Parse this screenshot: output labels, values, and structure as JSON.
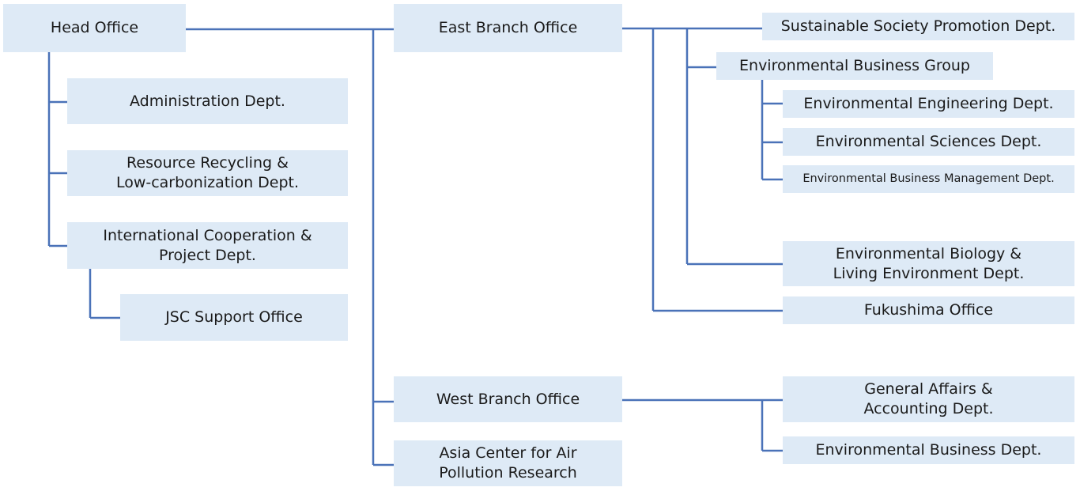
{
  "org": {
    "head_office": "Head Office",
    "admin": "Administration Dept.",
    "resource": "Resource Recycling &\nLow-carbonization Dept.",
    "intl": "International Cooperation &\nProject Dept.",
    "jsc": "JSC Support Office",
    "east": "East Branch Office",
    "west": "West Branch Office",
    "asia": "Asia Center for Air\nPollution Research",
    "sustainable": "Sustainable Society Promotion Dept.",
    "env_group": "Environmental Business Group",
    "env_eng": "Environmental Engineering Dept.",
    "env_sci": "Environmental Sciences Dept.",
    "env_mgmt": "Environmental Business Management Dept.",
    "env_bio": "Environmental Biology &\nLiving Environment Dept.",
    "fukushima": "Fukushima Office",
    "general": "General Affairs &\nAccounting Dept.",
    "env_biz": "Environmental Business Dept."
  },
  "colors": {
    "box_fill": "#deeaf6",
    "connector": "#4a72b8"
  }
}
